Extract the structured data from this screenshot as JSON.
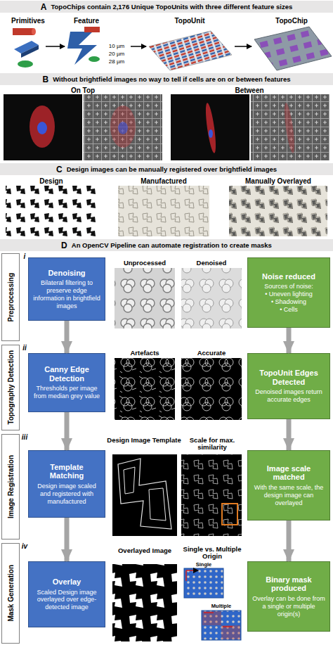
{
  "diagram": {
    "nodes": [
      {
        "text": [
          "A",
          "TopoChips contain 2,176 Unique TopoUnits with three different feature sizes"
        ]
      },
      {
        "text": [
          "B",
          "Without brightfield images no way to tell if cells are on or between features"
        ]
      },
      {
        "text": [
          "C",
          "Design images can be manually registered over brightfield images"
        ]
      },
      {
        "text": [
          "D",
          "An OpenCV Pipeline can automate registration to create masks"
        ]
      },
      {
        "text": [
          "Preprocessing"
        ]
      },
      {
        "text": [
          "Denoising",
          "Bilateral filtering to preserve edge information in brightfield images"
        ]
      },
      {
        "text": [
          "Noise reduced",
          "Sources of noise:",
          "• Uneven lighting",
          "• Shadowing",
          "• Cells"
        ]
      },
      {
        "text": [
          "Topography Detection"
        ]
      },
      {
        "text": [
          "Canny Edge Detection",
          "Thresholds per image from median grey value"
        ]
      },
      {
        "text": [
          "TopoUnit Edges Detected",
          "Denoised images return accurate edges"
        ]
      },
      {
        "text": [
          "Image Registration"
        ]
      },
      {
        "text": [
          "Template Matching",
          "Design image scaled and registered with manufactured"
        ]
      },
      {
        "text": [
          "Image scale matched",
          "With the same scale, the design image can overlayed"
        ]
      },
      {
        "text": [
          "Mask Generation"
        ]
      },
      {
        "text": [
          "Overlay",
          "Scaled Design image overlayed over edge-detected image"
        ]
      },
      {
        "text": [
          "Binary mask produced",
          "Overlay can be done from a single or multiple origin(s)"
        ]
      }
    ],
    "edges": [
      {
        "from": 5,
        "to": 8,
        "arrow": "to"
      },
      {
        "from": 8,
        "to": 11,
        "arrow": "to"
      },
      {
        "from": 11,
        "to": 14,
        "arrow": "to"
      },
      {
        "from": 6,
        "to": 9,
        "arrow": "to"
      },
      {
        "from": 9,
        "to": 12,
        "arrow": "to"
      },
      {
        "from": 12,
        "to": 15,
        "arrow": "to"
      }
    ],
    "labels": [
      "Primitives",
      "Feature",
      "10 µm",
      "20 µm",
      "28 µm",
      "TopoUnit",
      "TopoChip",
      "On Top",
      "Between",
      "Design",
      "Manufactured",
      "Manually Overlayed",
      "i",
      "Unprocessed",
      "Denoised",
      "ii",
      "Artefacts",
      "Accurate",
      "iii",
      "Design Image Template",
      "Scale for max. similarity",
      "iv",
      "Overlayed Image",
      "Single vs. Multiple Origin",
      "Single",
      "Multiple"
    ]
  }
}
